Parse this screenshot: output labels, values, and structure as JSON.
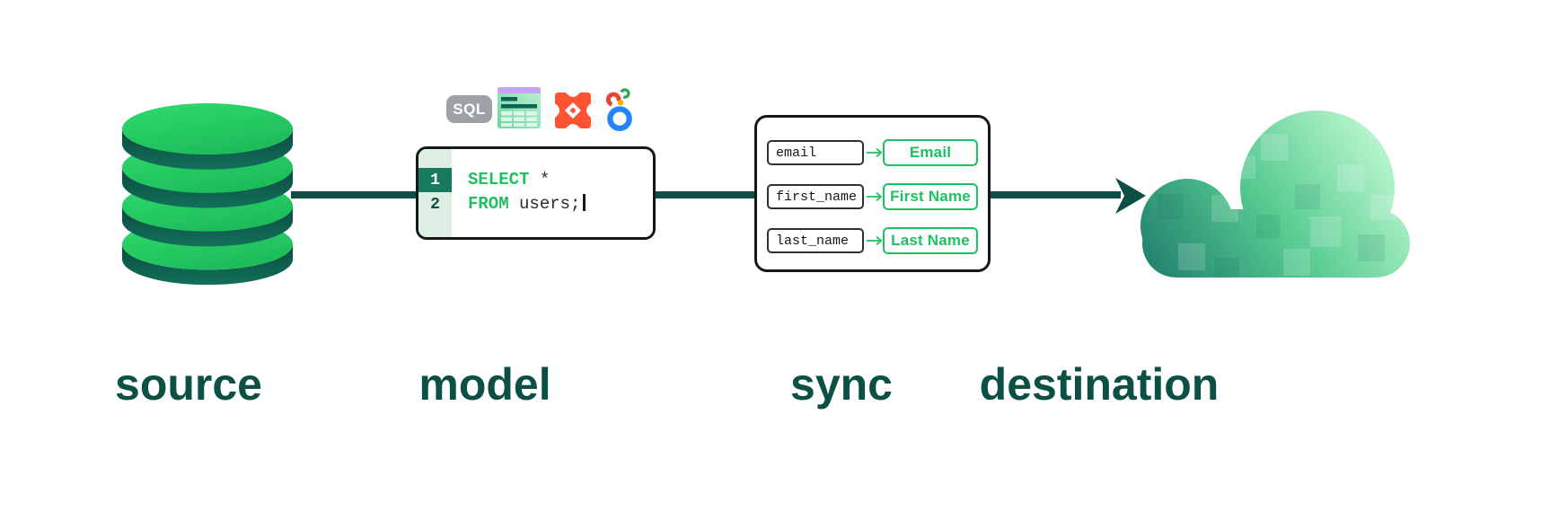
{
  "diagram": {
    "stages": {
      "source": {
        "label": "source"
      },
      "model": {
        "label": "model"
      },
      "sync": {
        "label": "sync"
      },
      "destination": {
        "label": "destination"
      }
    },
    "model_tools": {
      "sql_badge": "SQL",
      "icons": [
        "sql-badge",
        "spreadsheet-icon",
        "dbt-icon",
        "looker-icon"
      ]
    },
    "sql_editor": {
      "lines": [
        {
          "number": "1",
          "keyword": "SELECT",
          "code": " *"
        },
        {
          "number": "2",
          "keyword": "FROM",
          "code": " users;"
        }
      ]
    },
    "sync_mappings": [
      {
        "source_field": "email",
        "dest_field": "Email"
      },
      {
        "source_field": "first_name",
        "dest_field": "First Name"
      },
      {
        "source_field": "last_name",
        "dest_field": "Last Name"
      }
    ],
    "colors": {
      "green": "#1ec15f",
      "dark_teal": "#0d4f45",
      "gutter_bg": "#ddefe3",
      "gutter_active_bg": "#177a5e",
      "badge_gray": "#9ba1a6",
      "dbt_orange": "#ff5432",
      "looker_blue": "#2384fb",
      "looker_red": "#e94235",
      "looker_yellow": "#f9ab00",
      "looker_green": "#34a853",
      "sheet_purple": "#c6a6f2"
    }
  }
}
